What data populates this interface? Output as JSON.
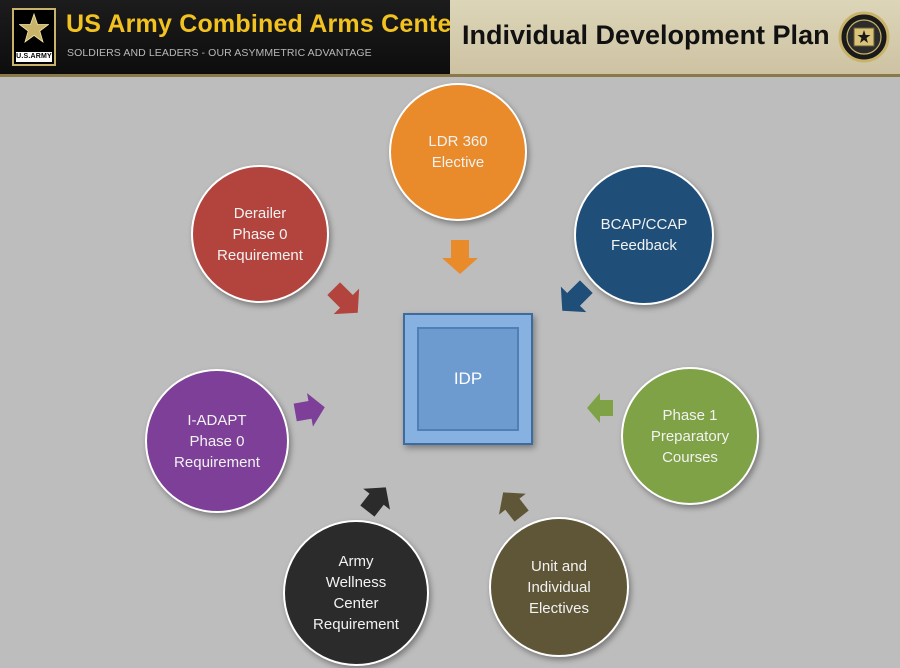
{
  "header": {
    "org_title": "US Army Combined Arms Center",
    "org_subtitle": "SOLDIERS AND LEADERS - OUR ASYMMETRIC ADVANTAGE",
    "logo_tag": "U.S.ARMY",
    "slide_title": "Individual Development Plan",
    "colors": {
      "title_gold": "#f2c221",
      "left_bg": "#111111",
      "right_bg": "#d6ceb0"
    }
  },
  "diagram": {
    "center": {
      "label": "IDP",
      "color": "#6d9bd0"
    },
    "nodes": [
      {
        "id": "ldr360",
        "label": "LDR 360\nElective",
        "color": "#e98a2b"
      },
      {
        "id": "bcap",
        "label": "BCAP/CCAP\nFeedback",
        "color": "#1f4e79"
      },
      {
        "id": "phase1",
        "label": "Phase 1\nPreparatory\nCourses",
        "color": "#7ea245"
      },
      {
        "id": "unit",
        "label": "Unit and\nIndividual\nElectives",
        "color": "#5e5636"
      },
      {
        "id": "wellness",
        "label": "Army\nWellness\nCenter\nRequirement",
        "color": "#2b2b2b"
      },
      {
        "id": "iadapt",
        "label": "I-ADAPT\nPhase 0\nRequirement",
        "color": "#7d3f98"
      },
      {
        "id": "derailer",
        "label": "Derailer\nPhase 0\nRequirement",
        "color": "#b2443d"
      }
    ]
  }
}
